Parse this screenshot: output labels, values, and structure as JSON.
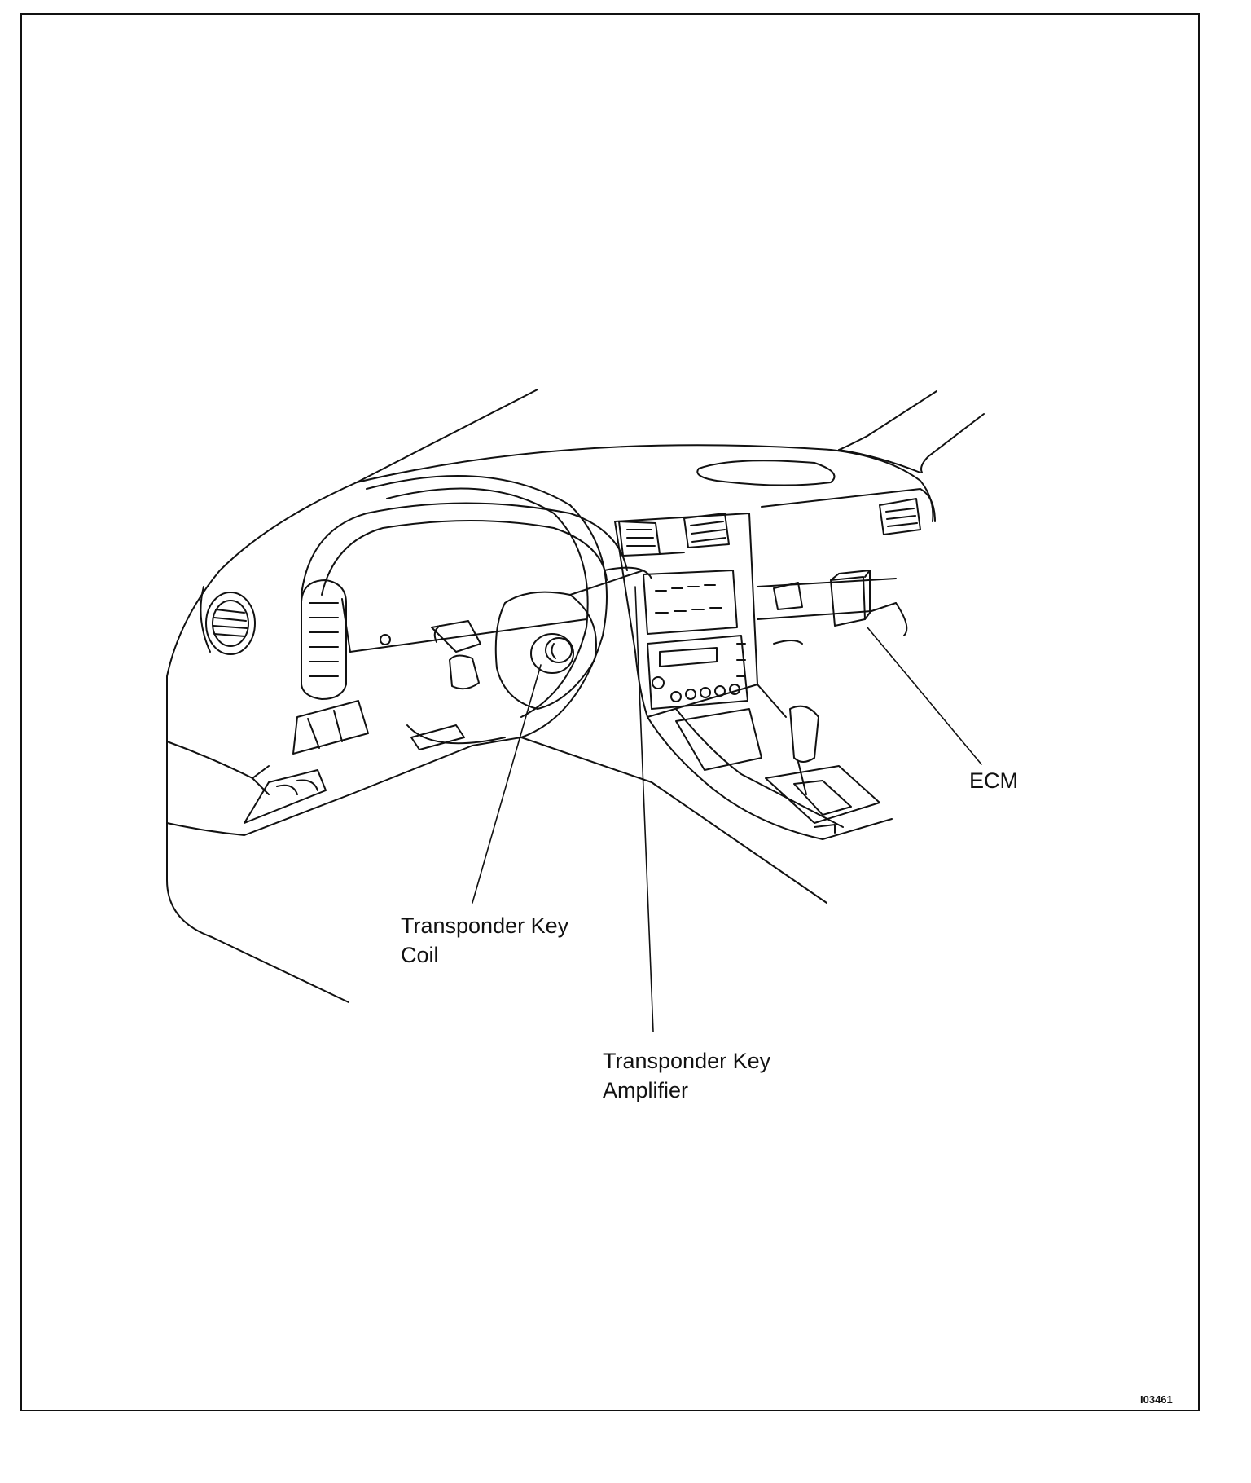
{
  "callouts": {
    "coil": [
      "Transponder Key",
      "Coil"
    ],
    "amplifier": [
      "Transponder Key",
      "Amplifier"
    ],
    "ecm": [
      "ECM"
    ]
  },
  "figure_id": "I03461"
}
